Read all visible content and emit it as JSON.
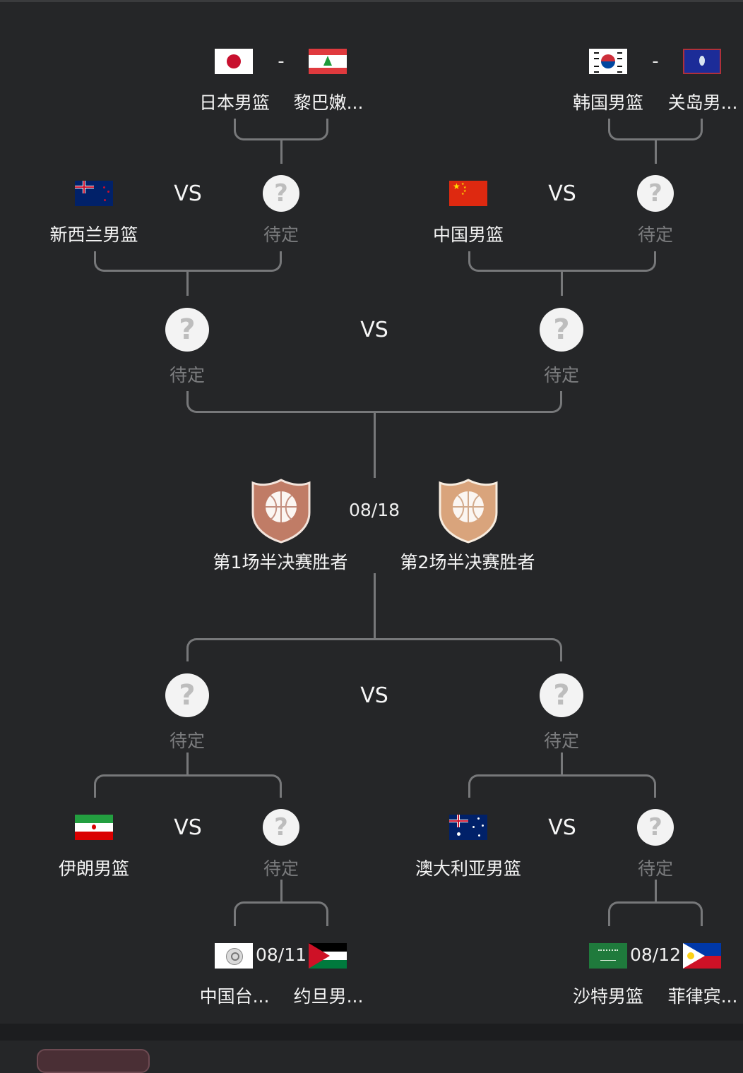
{
  "bracket": {
    "quarter_top_left": {
      "qualifier": {
        "team_a": "日本男篮",
        "team_b": "黎巴嫩...",
        "separator": "-",
        "flag_a": "japan-flag",
        "flag_b": "lebanon-flag"
      },
      "seed": {
        "team": "新西兰男篮",
        "flag": "new-zealand-flag"
      },
      "opponent": {
        "label": "待定",
        "icon": "question-mark-icon"
      },
      "vs": "VS"
    },
    "quarter_top_right": {
      "qualifier": {
        "team_a": "韩国男篮",
        "team_b": "关岛男...",
        "separator": "-",
        "flag_a": "south-korea-flag",
        "flag_b": "guam-flag"
      },
      "seed": {
        "team": "中国男篮",
        "flag": "china-flag"
      },
      "opponent": {
        "label": "待定",
        "icon": "question-mark-icon"
      },
      "vs": "VS"
    },
    "semi_top": {
      "left": "待定",
      "right": "待定",
      "vs": "VS"
    },
    "final": {
      "date": "08/18",
      "left": {
        "label": "第1场半决赛胜者",
        "badge_color": "#c07c66"
      },
      "right": {
        "label": "第2场半决赛胜者",
        "badge_color": "#d9a47c"
      }
    },
    "semi_bottom": {
      "left": "待定",
      "right": "待定",
      "vs": "VS"
    },
    "quarter_bottom_left": {
      "seed": {
        "team": "伊朗男篮",
        "flag": "iran-flag"
      },
      "opponent": {
        "label": "待定",
        "icon": "question-mark-icon"
      },
      "vs": "VS",
      "qualifier": {
        "team_a": "中国台...",
        "team_b": "约旦男...",
        "date": "08/11",
        "flag_a": "chinese-taipei-flag",
        "flag_b": "jordan-flag"
      }
    },
    "quarter_bottom_right": {
      "seed": {
        "team": "澳大利亚男篮",
        "flag": "australia-flag"
      },
      "opponent": {
        "label": "待定",
        "icon": "question-mark-icon"
      },
      "vs": "VS",
      "qualifier": {
        "team_a": "沙特男篮",
        "team_b": "菲律宾...",
        "date": "08/12",
        "flag_a": "saudi-arabia-flag",
        "flag_b": "philippines-flag"
      }
    }
  },
  "icons": {
    "question": "?"
  },
  "colors": {
    "background": "#252628",
    "connector": "#77787a",
    "tbd_text": "#7b7c7e"
  }
}
